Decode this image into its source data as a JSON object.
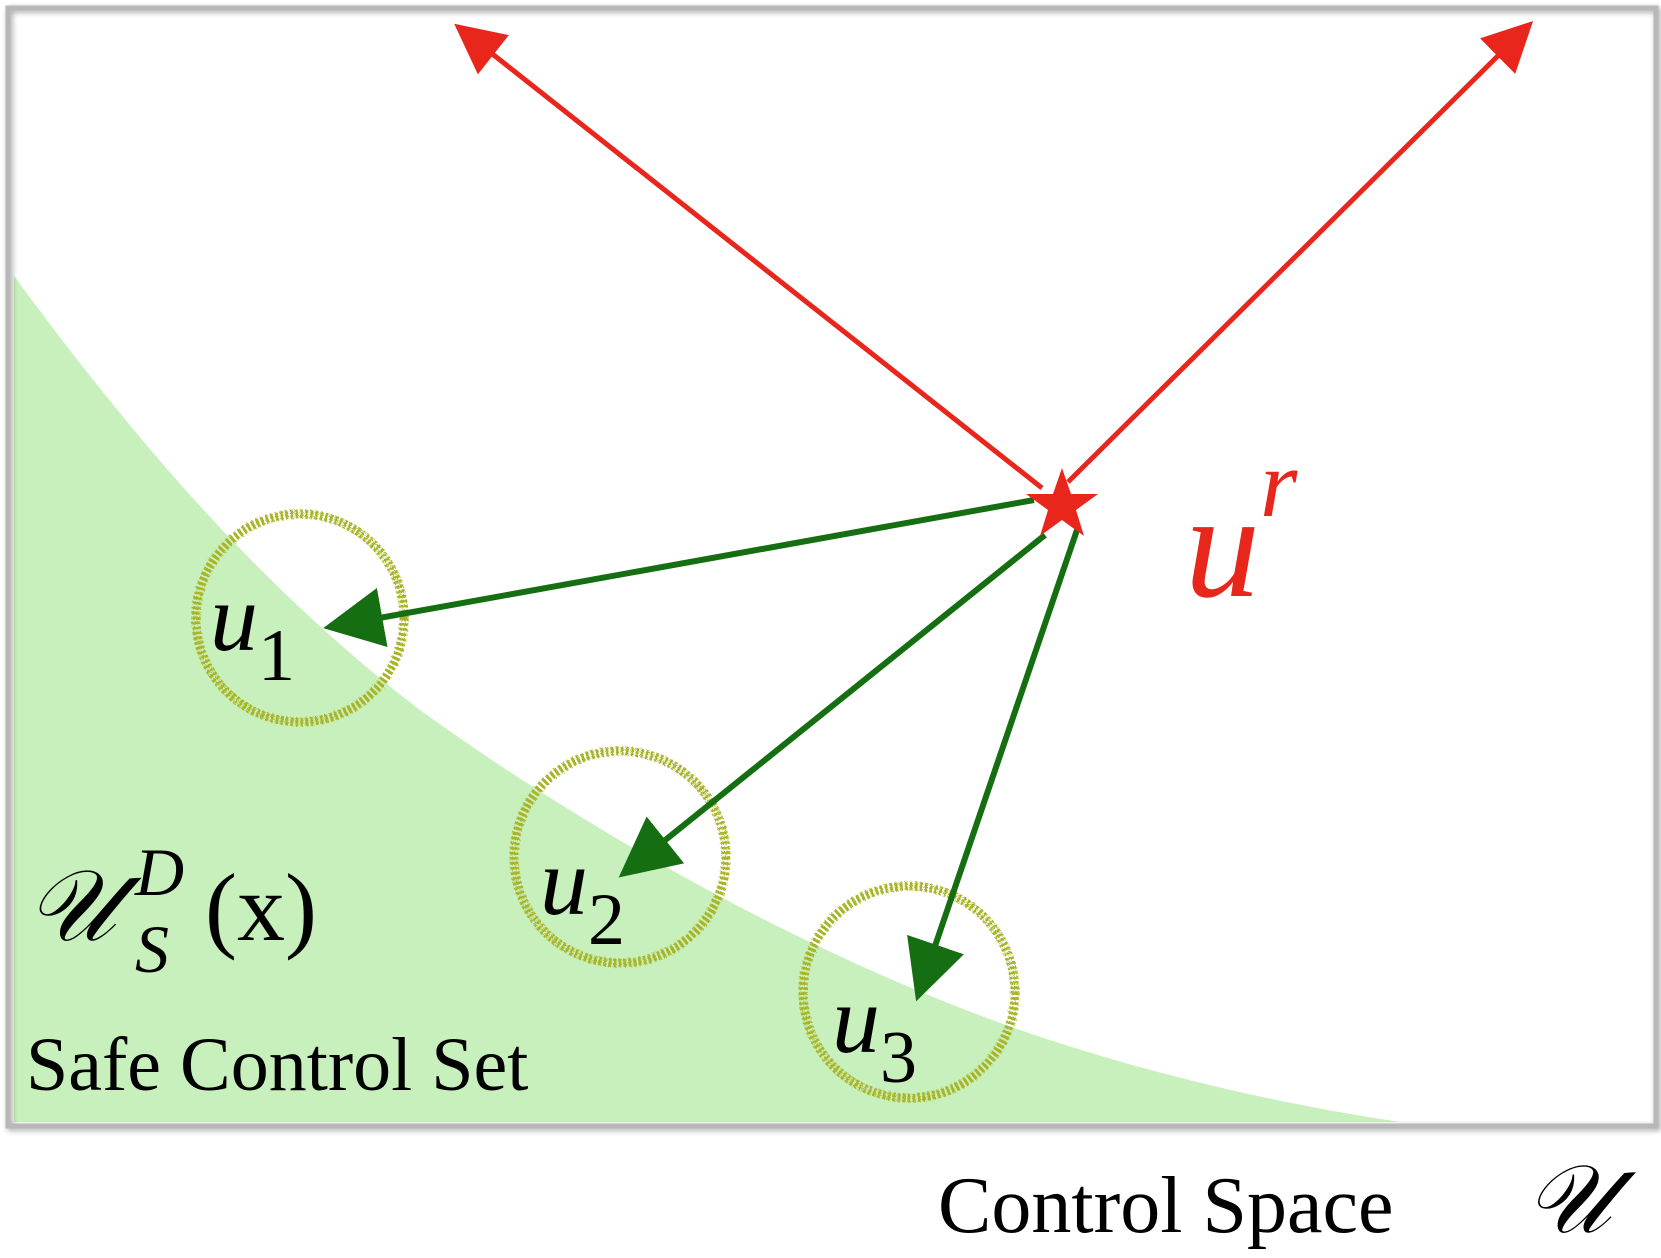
{
  "diagram": {
    "reference_control": {
      "base": "u",
      "superscript": "r",
      "color": "#e8261c"
    },
    "candidates": [
      {
        "base": "u",
        "subscript": "1"
      },
      {
        "base": "u",
        "subscript": "2"
      },
      {
        "base": "u",
        "subscript": "3"
      }
    ],
    "safe_set": {
      "symbol": "𝒰",
      "subscript": "S",
      "superscript": "D",
      "argument": "(x)",
      "caption": "Safe Control Set",
      "fill_color": "#c8f0bc"
    },
    "control_space": {
      "caption": "Control Space",
      "symbol": "𝒰"
    },
    "colors": {
      "red_arrow": "#e8261c",
      "green_arrow": "#156e12",
      "candidate_ring": "#a8b428",
      "frame": "#b8b8b8"
    }
  }
}
